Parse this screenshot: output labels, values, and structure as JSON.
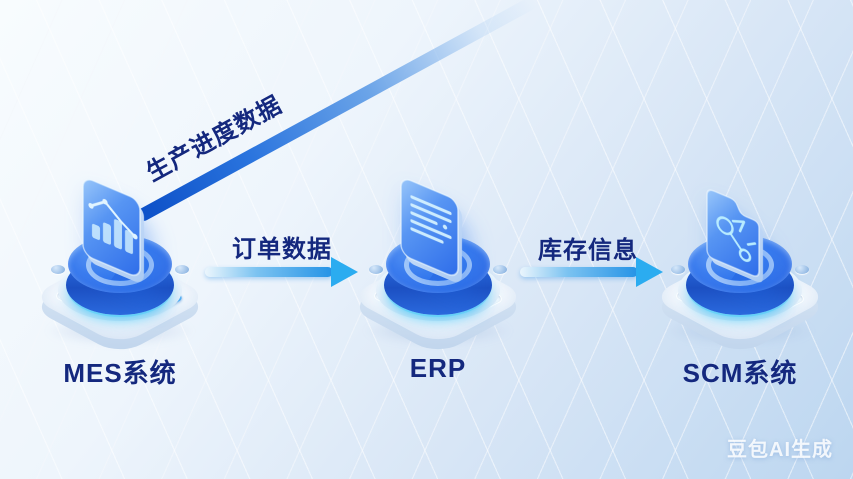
{
  "diagram": {
    "nodes": [
      {
        "id": "mes",
        "label": "MES系统",
        "icon": "bar-chart-card-icon"
      },
      {
        "id": "erp",
        "label": "ERP",
        "icon": "document-lines-card-icon"
      },
      {
        "id": "scm",
        "label": "SCM系统",
        "icon": "folder-share-card-icon"
      }
    ],
    "flows": [
      {
        "from": "mes",
        "to": "offscreen-top-right",
        "label": "生产进度数据",
        "style": "diagonal-beam"
      },
      {
        "from": "mes",
        "to": "erp",
        "label": "订单数据",
        "style": "horizontal-arrow"
      },
      {
        "from": "erp",
        "to": "scm",
        "label": "库存信息",
        "style": "horizontal-arrow"
      }
    ],
    "watermark": "豆包AI生成",
    "colors": {
      "label_navy": "#14287E",
      "arrow_blue": "#2BACF0",
      "beam_blue": "#0B4EC6",
      "card_blue": "#2D6CE9",
      "disc_blue": "#2B64E0",
      "glow_cyan": "#3ECBF5",
      "base_white": "#FFFFFF",
      "background_top_left": "#F8FCFE",
      "background_bottom_right": "#BCD6F0"
    }
  }
}
